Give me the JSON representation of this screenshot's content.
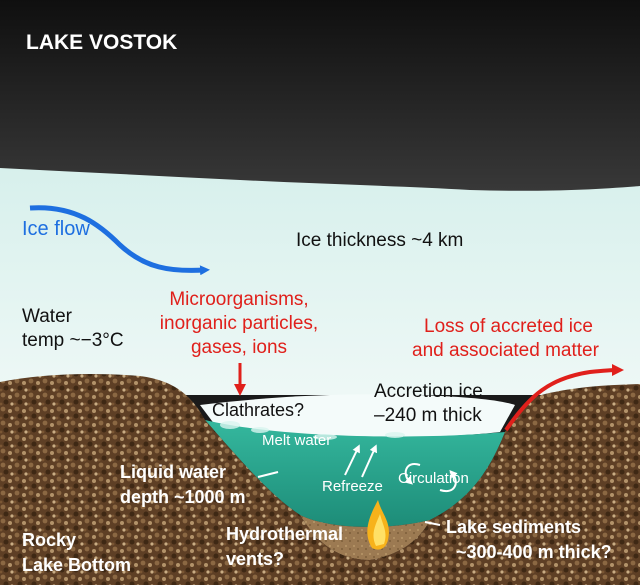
{
  "title": "LAKE VOSTOK",
  "labels": {
    "ice_flow": "Ice flow",
    "ice_thickness": "Ice thickness ~4 km",
    "water_temp_1": "Water",
    "water_temp_2": "temp ~−3°C",
    "microorganisms_1": "Microorganisms,",
    "microorganisms_2": "inorganic particles,",
    "microorganisms_3": "gases, ions",
    "loss_1": "Loss of accreted ice",
    "loss_2": "and associated matter",
    "accretion_1": "Accretion ice",
    "accretion_2": "–240 m thick",
    "clathrates": "Clathrates?",
    "melt_water": "Melt water",
    "refreeze": "Refreeze",
    "circulation": "Circulation",
    "liquid_water_1": "Liquid water",
    "liquid_water_2": "depth ~1000 m",
    "lake_sediments_1": "Lake sediments",
    "lake_sediments_2": "~300-400 m thick?",
    "hydrothermal_1": "Hydrothermal",
    "hydrothermal_2": "vents?",
    "rocky_1": "Rocky",
    "rocky_2": "Lake Bottom"
  },
  "colors": {
    "sky": "#1c1c1c",
    "ice": "#dff2ef",
    "water": "#2aa68f",
    "rock": "#6b4a2e",
    "red_text": "#e0201b",
    "blue_text": "#1e6fe0",
    "sediment": "#a07a4e"
  }
}
